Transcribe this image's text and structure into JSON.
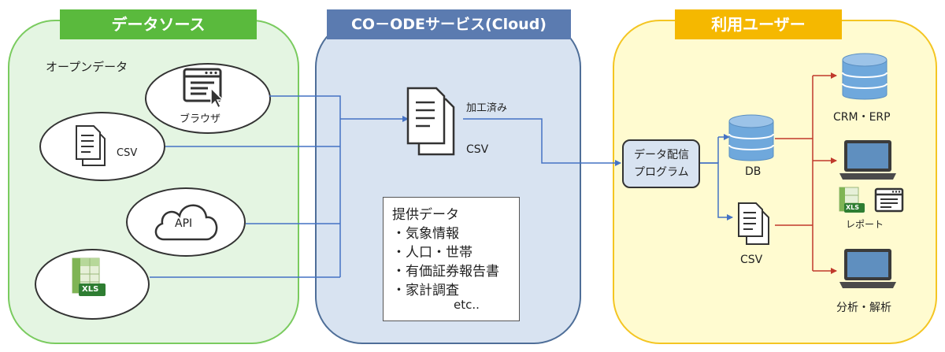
{
  "headers": {
    "data_source": "データソース",
    "service": "CO－ODEサービス(Cloud)",
    "users": "利用ユーザー"
  },
  "source": {
    "open_data_label": "オープンデータ",
    "browser_label": "ブラウザ",
    "csv_label": "CSV",
    "api_label": "API",
    "xls_label": "XLS"
  },
  "service": {
    "processed_label": "加工済み",
    "csv_label": "CSV",
    "provided": {
      "title": "提供データ",
      "items": [
        "・気象情報",
        "・人口・世帯",
        "・有価証券報告書",
        "・家計調査"
      ],
      "etc": "etc.."
    }
  },
  "users": {
    "program_line1": "データ配信",
    "program_line2": "プログラム",
    "db_label": "DB",
    "csv_label": "CSV",
    "crm_label": "CRM・ERP",
    "xls_label": "XLS",
    "report_label": "レポート",
    "analysis_label": "分析・解析"
  },
  "colors": {
    "green_panel": "#e4f5e2",
    "green_header": "#5aba3d",
    "blue_panel": "#d8e3f1",
    "blue_header": "#5b7bb0",
    "yellow_panel": "#fffbd0",
    "yellow_header": "#f5b800",
    "blue_arrow": "#4472c4",
    "red_arrow": "#c0392b",
    "db_blue": "#6fa8dc"
  },
  "icons": [
    "browser-icon",
    "document-icon",
    "cloud-icon",
    "excel-icon",
    "database-icon",
    "laptop-icon",
    "report-window-icon"
  ]
}
